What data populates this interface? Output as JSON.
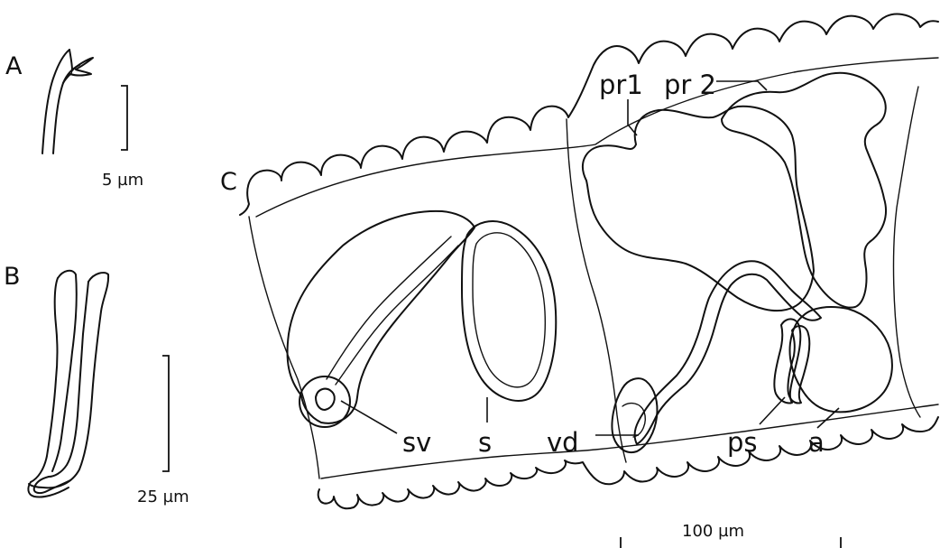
{
  "panels": {
    "a": {
      "letter": "A",
      "scale_label": "5 µm"
    },
    "b": {
      "letter": "B",
      "scale_label": "25 µm"
    },
    "c": {
      "letter": "C",
      "scale_label": "100 µm"
    }
  },
  "structure_labels": {
    "pr1": "pr1",
    "pr2": "pr 2",
    "sv": "sv",
    "s": "s",
    "vd": "vd",
    "ps": "ps",
    "a": "a"
  },
  "colors": {
    "ink": "#111111",
    "background": "#ffffff"
  }
}
